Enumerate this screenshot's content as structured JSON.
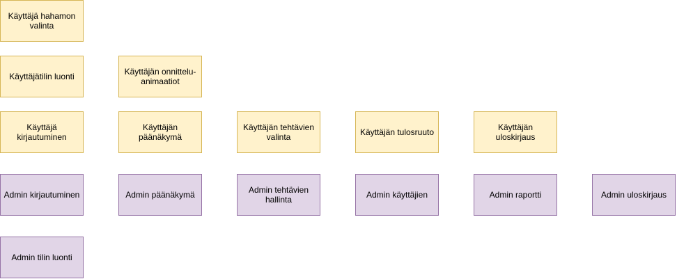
{
  "colors": {
    "user_fill": "#fff2cc",
    "user_border": "#d6b656",
    "admin_fill": "#e1d5e7",
    "admin_border": "#9673a6"
  },
  "user_nodes": {
    "avatar_selection": "Käyttäjä hahamon\nvalinta",
    "account_creation": "Käyttäjätilin luonti",
    "congrats_animations": "Käyttäjän onnittelu-\nanimaatiot",
    "login": "Käyttäjä\nkirjautuminen",
    "main_view": "Käyttäjän päänäkymä",
    "task_selection": "Käyttäjän tehtävien\nvalinta",
    "results_screen": "Käyttäjän tulosruuto",
    "logout": "Käyttäjän uloskirjaus"
  },
  "admin_nodes": {
    "login": "Admin kirjautuminen",
    "main_view": "Admin päänäkymä",
    "task_management": "Admin tehtävien\nhallinta",
    "users": "Admin käyttäjien",
    "report": "Admin raportti",
    "logout": "Admin uloskirjaus",
    "account_creation": "Admin tilin luonti"
  }
}
